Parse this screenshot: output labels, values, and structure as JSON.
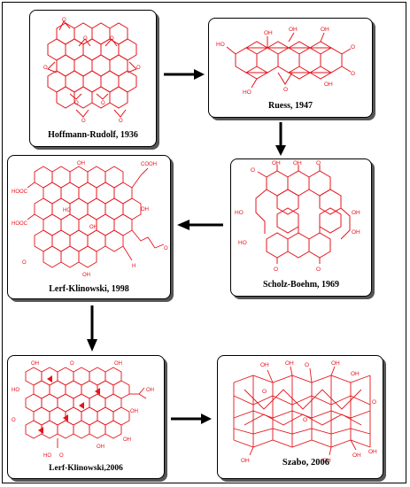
{
  "structures": [
    {
      "id": "hoffmann-rudolf",
      "label": "Hoffmann-Rudolf, 1936"
    },
    {
      "id": "ruess",
      "label": "Ruess, 1947"
    },
    {
      "id": "scholz-boehm",
      "label": "Scholz-Boehm, 1969"
    },
    {
      "id": "lerf-klinowski-1998",
      "label": "Lerf-Klinowski, 1998"
    },
    {
      "id": "lerf-klinowski-2006",
      "label": "Lerf-Klinowski,2006"
    },
    {
      "id": "szabo",
      "label": "Szabo, 2006"
    }
  ],
  "atom_labels": {
    "oh": "OH",
    "ho": "HO",
    "o": "O",
    "cooh": "COOH",
    "hooc": "HOOC",
    "h": "H"
  },
  "colors": {
    "molecule": "#e4141b",
    "border": "#000000",
    "arrow": "#000000"
  }
}
